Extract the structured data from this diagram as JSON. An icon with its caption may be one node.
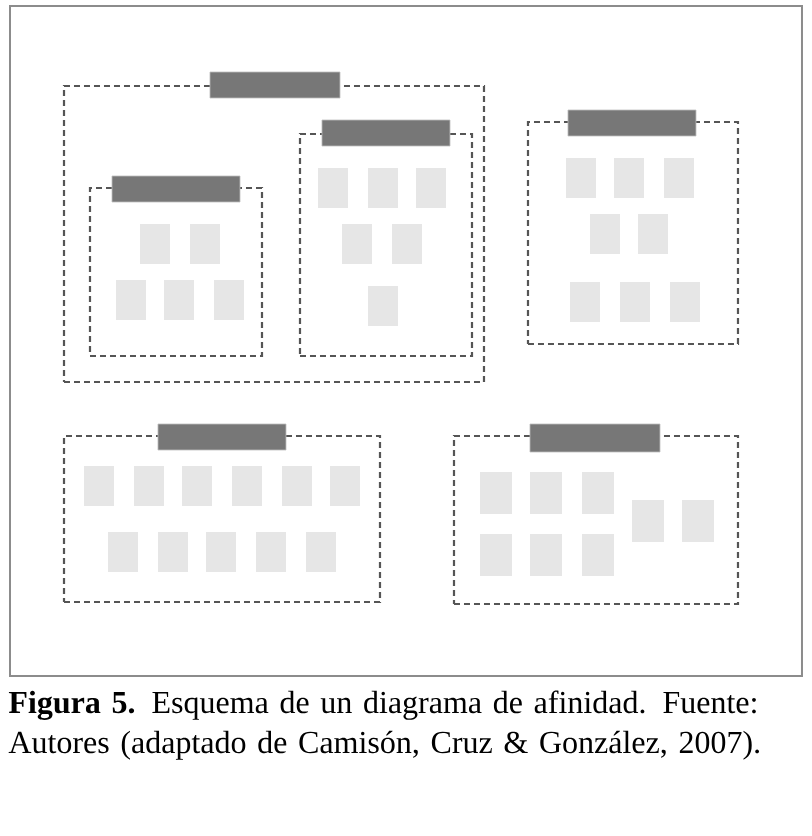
{
  "diagram": {
    "caption": "**Figura 5.** Esquema de un diagrama de afinidad. Fuente: Autores (adaptado de Camisón, Cruz & González, 2007).",
    "nodes": [
      {
        "text": [],
        "shape": "box"
      },
      {
        "text": [],
        "shape": "bar"
      },
      {
        "text": [],
        "shape": "box",
        "in": 0
      },
      {
        "text": [],
        "shape": "bar",
        "in": 0
      },
      {
        "text": [],
        "shape": "card",
        "in": 2
      },
      {
        "text": [],
        "shape": "card",
        "in": 2
      },
      {
        "text": [],
        "shape": "card",
        "in": 2
      },
      {
        "text": [],
        "shape": "card",
        "in": 2
      },
      {
        "text": [],
        "shape": "card",
        "in": 2
      },
      {
        "text": [],
        "shape": "box",
        "in": 0
      },
      {
        "text": [],
        "shape": "bar",
        "in": 0
      },
      {
        "text": [],
        "shape": "card",
        "in": 9
      },
      {
        "text": [],
        "shape": "card",
        "in": 9
      },
      {
        "text": [],
        "shape": "card",
        "in": 9
      },
      {
        "text": [],
        "shape": "card",
        "in": 9
      },
      {
        "text": [],
        "shape": "card",
        "in": 9
      },
      {
        "text": [],
        "shape": "card",
        "in": 9
      },
      {
        "text": [],
        "shape": "box"
      },
      {
        "text": [],
        "shape": "bar"
      },
      {
        "text": [],
        "shape": "card",
        "in": 17
      },
      {
        "text": [],
        "shape": "card",
        "in": 17
      },
      {
        "text": [],
        "shape": "card",
        "in": 17
      },
      {
        "text": [],
        "shape": "card",
        "in": 17
      },
      {
        "text": [],
        "shape": "card",
        "in": 17
      },
      {
        "text": [],
        "shape": "card",
        "in": 17
      },
      {
        "text": [],
        "shape": "card",
        "in": 17
      },
      {
        "text": [],
        "shape": "card",
        "in": 17
      },
      {
        "text": [],
        "shape": "box"
      },
      {
        "text": [],
        "shape": "bar"
      },
      {
        "text": [],
        "shape": "card",
        "in": 27
      },
      {
        "text": [],
        "shape": "card",
        "in": 27
      },
      {
        "text": [],
        "shape": "card",
        "in": 27
      },
      {
        "text": [],
        "shape": "card",
        "in": 27
      },
      {
        "text": [],
        "shape": "card",
        "in": 27
      },
      {
        "text": [],
        "shape": "card",
        "in": 27
      },
      {
        "text": [],
        "shape": "card",
        "in": 27
      },
      {
        "text": [],
        "shape": "card",
        "in": 27
      },
      {
        "text": [],
        "shape": "card",
        "in": 27
      },
      {
        "text": [],
        "shape": "card",
        "in": 27
      },
      {
        "text": [],
        "shape": "card",
        "in": 27
      },
      {
        "text": [],
        "shape": "box"
      },
      {
        "text": [],
        "shape": "bar"
      },
      {
        "text": [],
        "shape": "card",
        "in": 40
      },
      {
        "text": [],
        "shape": "card",
        "in": 40
      },
      {
        "text": [],
        "shape": "card",
        "in": 40
      },
      {
        "text": [],
        "shape": "card",
        "in": 40
      },
      {
        "text": [],
        "shape": "card",
        "in": 40
      },
      {
        "text": [],
        "shape": "card",
        "in": 40
      },
      {
        "text": [],
        "shape": "card",
        "in": 40
      },
      {
        "text": [],
        "shape": "card",
        "in": 40
      }
    ]
  }
}
